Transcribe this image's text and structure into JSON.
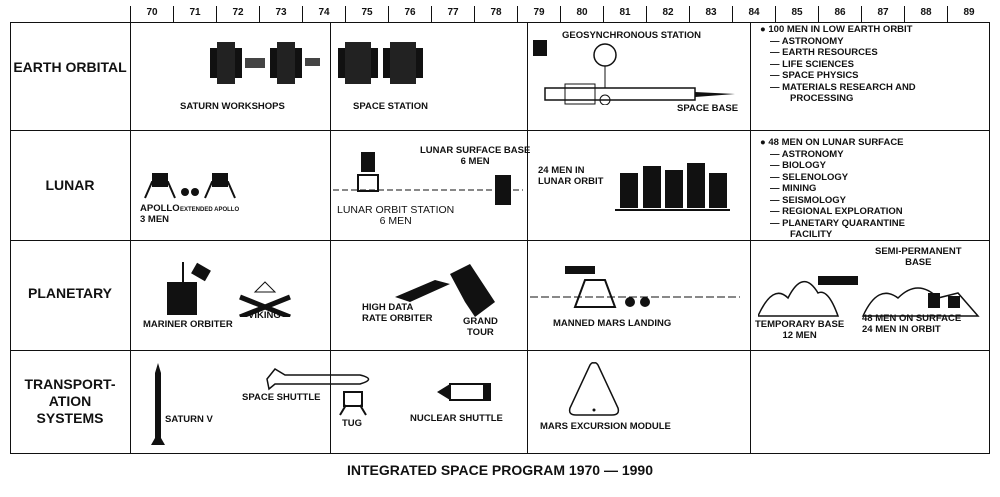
{
  "years": [
    "70",
    "71",
    "72",
    "73",
    "74",
    "75",
    "76",
    "77",
    "78",
    "79",
    "80",
    "81",
    "82",
    "83",
    "84",
    "85",
    "86",
    "87",
    "88",
    "89"
  ],
  "rows": [
    {
      "label": "EARTH ORBITAL",
      "labels": [
        "SATURN WORKSHOPS",
        "SPACE STATION",
        "GEOSYNCHRONOUS STATION",
        "SPACE BASE"
      ],
      "future": {
        "head": "100 MEN IN LOW EARTH ORBIT",
        "items": [
          "ASTRONOMY",
          "EARTH RESOURCES",
          "LIFE SCIENCES",
          "SPACE PHYSICS",
          "MATERIALS RESEARCH AND",
          "PROCESSING"
        ]
      }
    },
    {
      "label": "LUNAR",
      "labels": [
        "APOLLO",
        "3 MEN",
        "EXTENDED APOLLO",
        "LUNAR SURFACE BASE",
        "6 MEN",
        "LUNAR ORBIT STATION",
        "6 MEN",
        "24 MEN IN",
        "LUNAR ORBIT"
      ],
      "future": {
        "head": "48 MEN ON LUNAR SURFACE",
        "items": [
          "ASTRONOMY",
          "BIOLOGY",
          "SELENOLOGY",
          "MINING",
          "SEISMOLOGY",
          "REGIONAL EXPLORATION",
          "PLANETARY QUARANTINE",
          "FACILITY"
        ]
      }
    },
    {
      "label": "PLANETARY",
      "labels": [
        "MARINER ORBITER",
        "VIKING",
        "HIGH DATA",
        "RATE ORBITER",
        "GRAND",
        "TOUR",
        "MANNED MARS LANDING",
        "SEMI-PERMANENT",
        "BASE",
        "TEMPORARY BASE",
        "12 MEN",
        "48 MEN ON SURFACE",
        "24 MEN IN ORBIT"
      ]
    },
    {
      "label": "TRANSPORT-ATION SYSTEMS",
      "label_lines": [
        "TRANSPORT-",
        "ATION",
        "SYSTEMS"
      ],
      "labels": [
        "SATURN V",
        "SPACE SHUTTLE",
        "TUG",
        "NUCLEAR SHUTTLE",
        "MARS EXCURSION MODULE"
      ]
    }
  ],
  "caption": "INTEGRATED SPACE PROGRAM 1970 — 1990"
}
